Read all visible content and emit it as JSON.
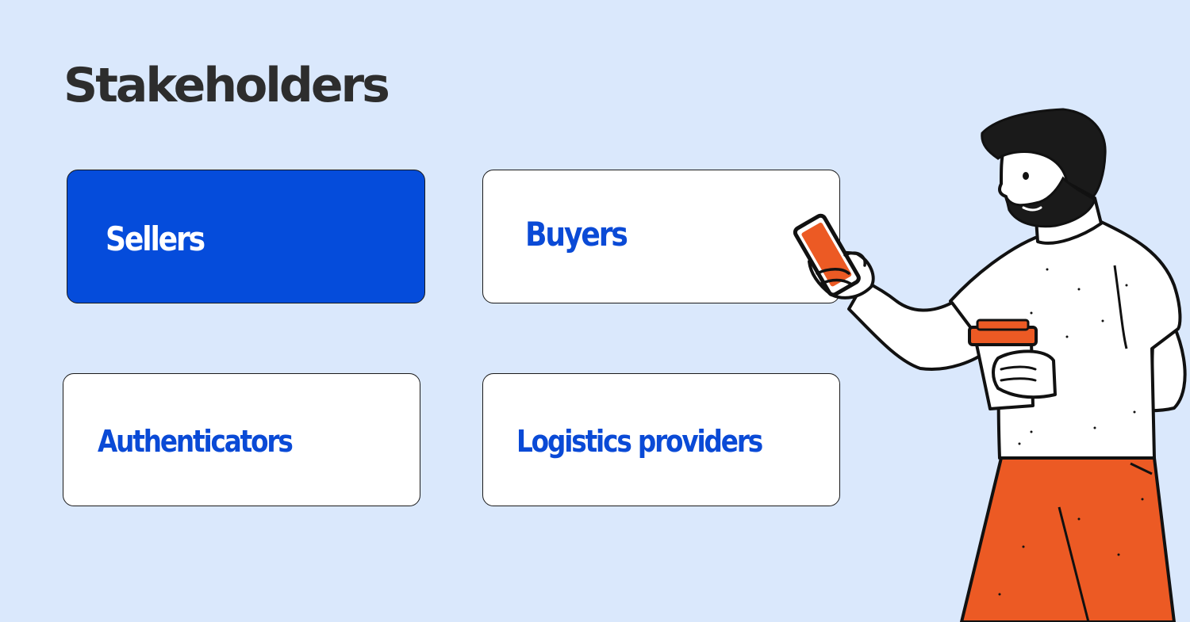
{
  "page": {
    "title": "Stakeholders"
  },
  "cards": [
    {
      "label": "Sellers",
      "active": true
    },
    {
      "label": "Buyers",
      "active": false
    },
    {
      "label": "Authenticators",
      "active": false
    },
    {
      "label": "Logistics providers",
      "active": false
    }
  ],
  "colors": {
    "background": "#dae8fc",
    "accent": "#054cdb",
    "label": "#0a4ad6",
    "title": "#2d2d2d",
    "illustration_orange": "#ec5a24"
  },
  "illustration": {
    "icon": "man-with-phone-and-coffee-illustration"
  }
}
